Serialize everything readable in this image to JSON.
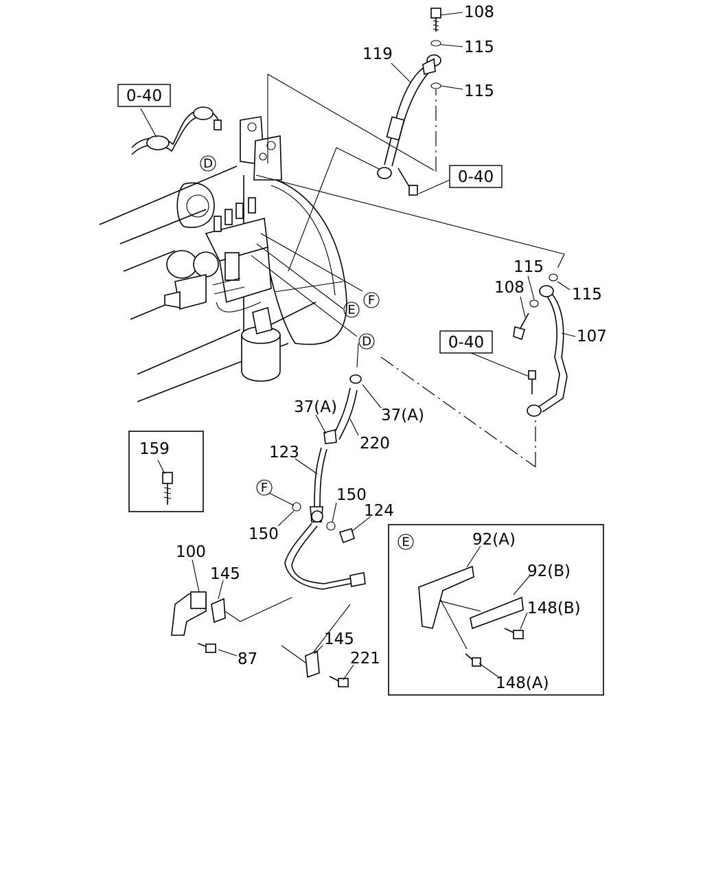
{
  "callouts": {
    "p108_top": "108",
    "p115_top1": "115",
    "p115_top2": "115",
    "p119": "119",
    "ref040_left": "0-40",
    "ref040_mid": "0-40",
    "ref040_right": "0-40",
    "p115_right_a": "115",
    "p108_right": "108",
    "p115_right_b": "115",
    "p107": "107",
    "p37a_left": "37(A)",
    "p37a_right": "37(A)",
    "p220": "220",
    "p123": "123",
    "p159": "159",
    "p150_a": "150",
    "p150_b": "150",
    "p124": "124",
    "p100": "100",
    "p145_a": "145",
    "p145_b": "145",
    "p87": "87",
    "p221": "221",
    "e_92a": "92(A)",
    "e_92b": "92(B)",
    "e_148b": "148(B)",
    "e_148a": "148(A)"
  },
  "markers": {
    "D_top": "D",
    "D_mid": "D",
    "E_main": "E",
    "F_main": "F",
    "F_left": "F",
    "E_detail": "E"
  }
}
